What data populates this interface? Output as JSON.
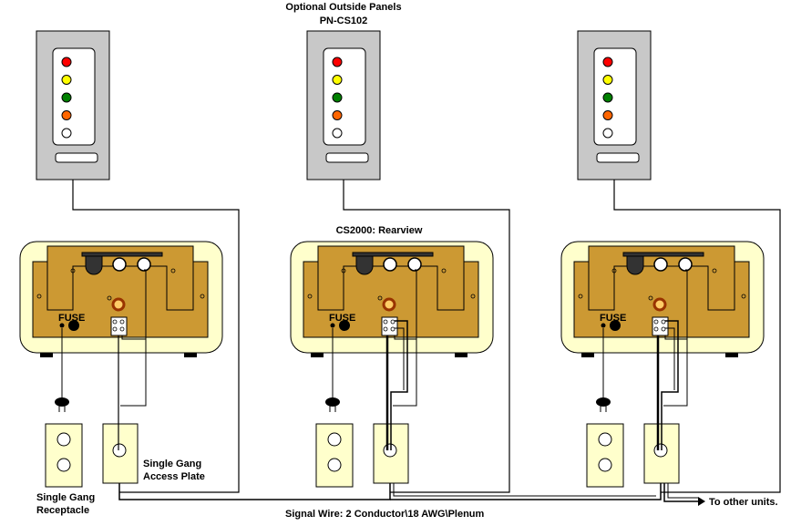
{
  "labels": {
    "optional_panels_line1": "Optional Outside Panels",
    "optional_panels_line2": "PN-CS102",
    "cs2000_rearview": "CS2000: Rearview",
    "fuse": "FUSE",
    "access_plate_line1": "Single Gang",
    "access_plate_line2": "Access Plate",
    "receptacle_line1": "Single Gang",
    "receptacle_line2": "Receptacle",
    "signal_wire": "Signal Wire: 2 Conductor\\18 AWG\\Plenum",
    "to_other_units": "To other units."
  },
  "colors": {
    "panel_gray": "#c8c8c8",
    "unit_cream": "#ffffcc",
    "unit_brass": "#cc9933",
    "led_red": "#ff0000",
    "led_yellow": "#ffff00",
    "led_green": "#008000",
    "led_orange": "#ff6600",
    "led_white": "#ffffff"
  },
  "leds": [
    "led_red",
    "led_yellow",
    "led_green",
    "led_orange",
    "led_white"
  ]
}
